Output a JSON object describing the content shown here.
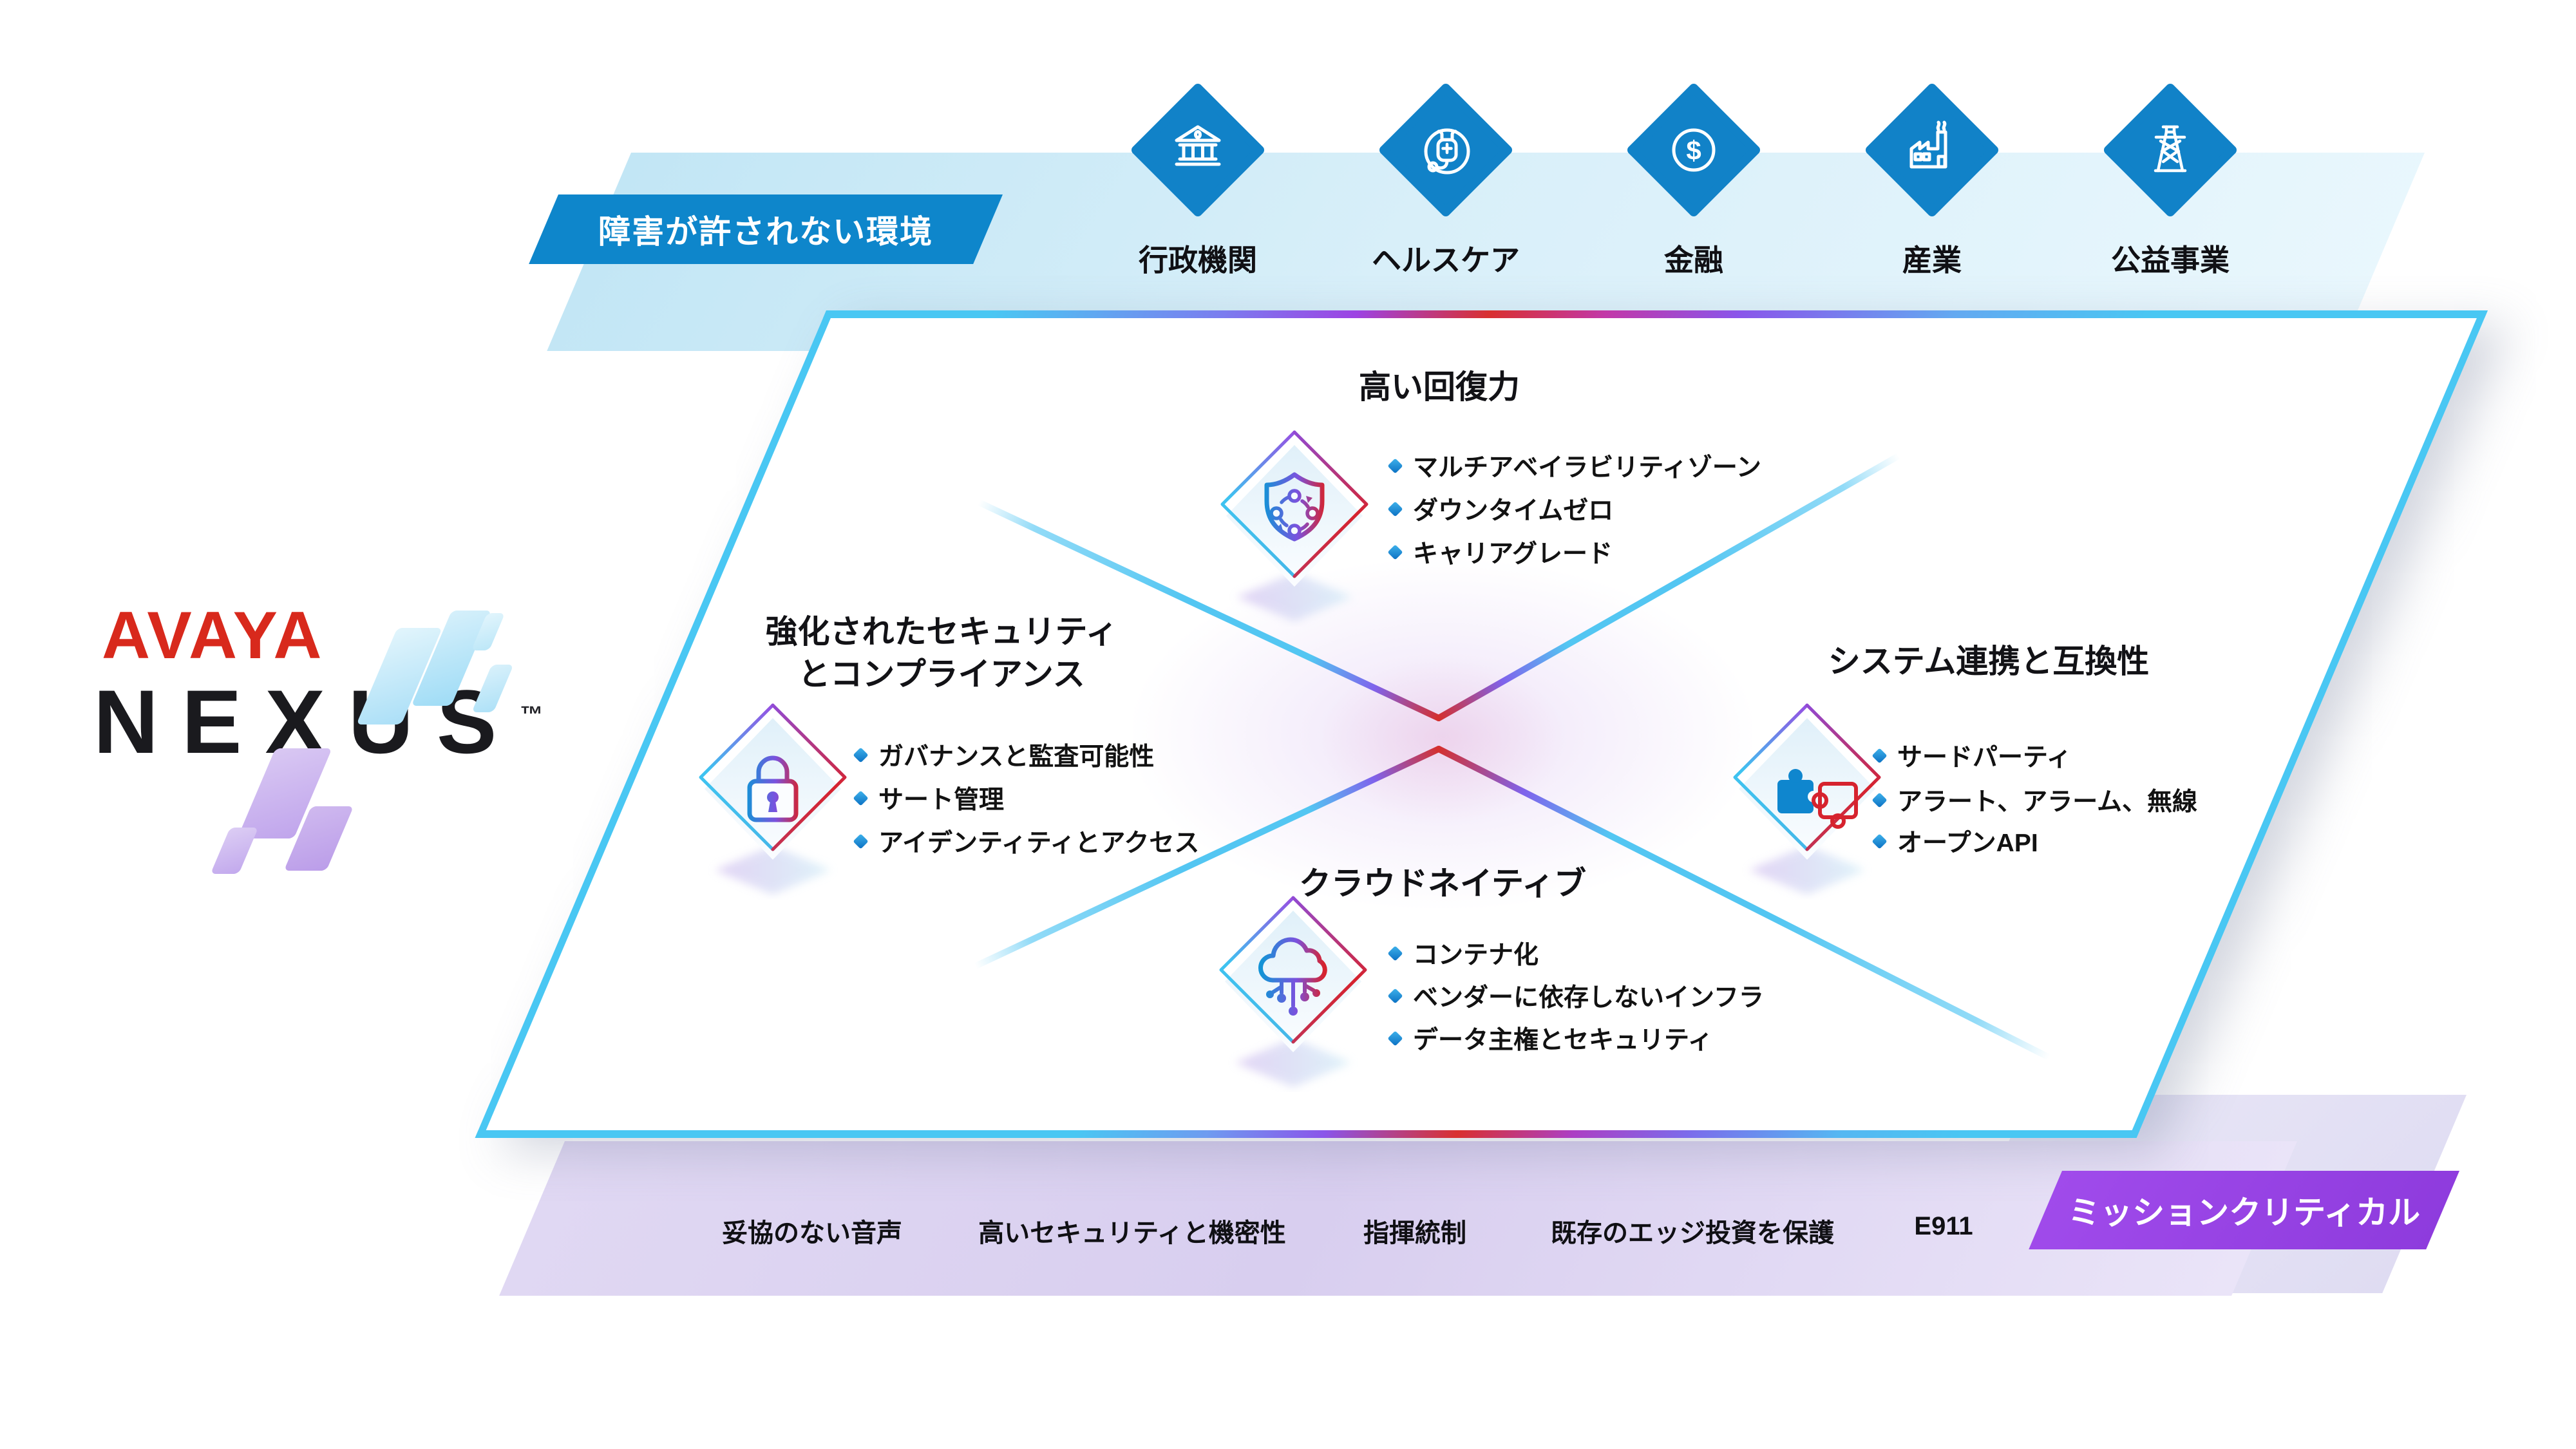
{
  "top_banner": {
    "label": "障害が許されない環境"
  },
  "industries": [
    {
      "label": "行政機関",
      "icon": "government-bank-icon"
    },
    {
      "label": "ヘルスケア",
      "icon": "healthcare-stethoscope-icon"
    },
    {
      "label": "金融",
      "icon": "finance-dollar-icon"
    },
    {
      "label": "産業",
      "icon": "industry-factory-icon"
    },
    {
      "label": "公益事業",
      "icon": "utilities-tower-icon"
    }
  ],
  "logo": {
    "brand": "AVAYA",
    "product": "NEXUS",
    "trademark": "™"
  },
  "quadrants": {
    "resilience": {
      "title": "高い回復力",
      "bullets": [
        "マルチアベイラビリティゾーン",
        "ダウンタイムゼロ",
        "キャリアグレード"
      ]
    },
    "security": {
      "title_line1": "強化されたセキュリティ",
      "title_line2": "とコンプライアンス",
      "bullets": [
        "ガバナンスと監査可能性",
        "サート管理",
        "アイデンティティとアクセス"
      ]
    },
    "interop": {
      "title": "システム連携と互換性",
      "bullets": [
        "サードパーティ",
        "アラート、アラーム、無線",
        "オープンAPI"
      ]
    },
    "cloud": {
      "title": "クラウドネイティブ",
      "bullets": [
        "コンテナ化",
        "ベンダーに依存しないインフラ",
        "データ主権とセキュリティ"
      ]
    }
  },
  "bottom_items": [
    "妥協のない音声",
    "高いセキュリティと機密性",
    "指揮統制",
    "既存のエッジ投資を保護",
    "E911"
  ],
  "bottom_banner": {
    "label": "ミッションクリティカル"
  },
  "colors": {
    "avaya_red": "#D8291C",
    "industry_blue": "#1182C8",
    "banner_blue": "#0E86CB",
    "cyan_border": "#49C7F3",
    "purple_banner": "#9645E6",
    "red_accent": "#D6232E",
    "violet_accent": "#8A55EA",
    "light_blue_band": "#D8EFF9",
    "lavender_band": "#DED5F1"
  }
}
